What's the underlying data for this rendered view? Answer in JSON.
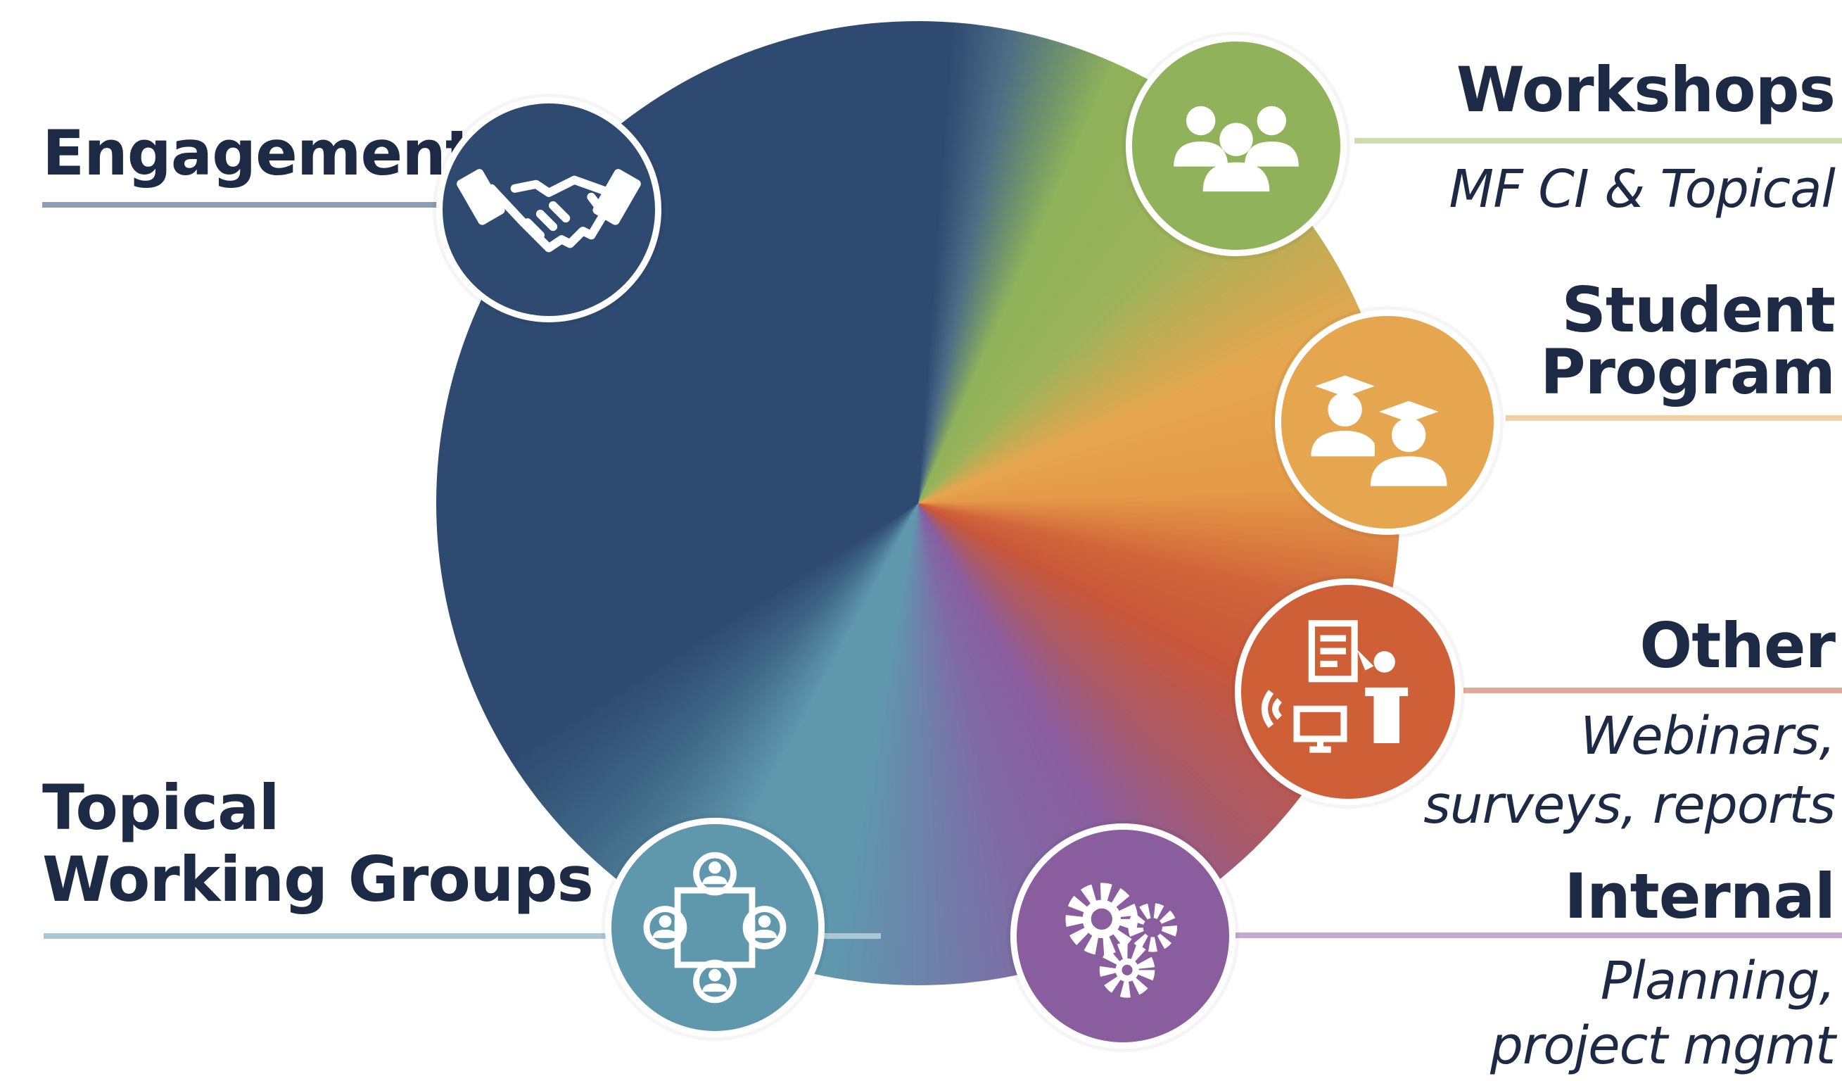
{
  "segments": [
    {
      "key": "engagement",
      "title": "Engagement",
      "subtitle": "",
      "color": "#2e4a70",
      "icon": "handshake-icon"
    },
    {
      "key": "workshops",
      "title": "Workshops",
      "subtitle": "MF CI & Topical",
      "color": "#8fb25a",
      "icon": "group-people-icon"
    },
    {
      "key": "student",
      "title_line1": "Student",
      "title_line2": "Program",
      "color": "#e6a64f",
      "icon": "graduates-icon"
    },
    {
      "key": "other",
      "title": "Other",
      "subtitle_line1": "Webinars,",
      "subtitle_line2": "surveys, reports",
      "color": "#cf5f36",
      "icon": "document-podium-computer-icon"
    },
    {
      "key": "internal",
      "title": "Internal",
      "subtitle_line1": "Planning,",
      "subtitle_line2": "project mgmt",
      "color": "#8a5d9e",
      "icon": "gears-icon"
    },
    {
      "key": "topical",
      "title_line1": "Topical",
      "title_line2": "Working Groups",
      "color": "#5f97ad",
      "icon": "network-people-icon"
    }
  ]
}
